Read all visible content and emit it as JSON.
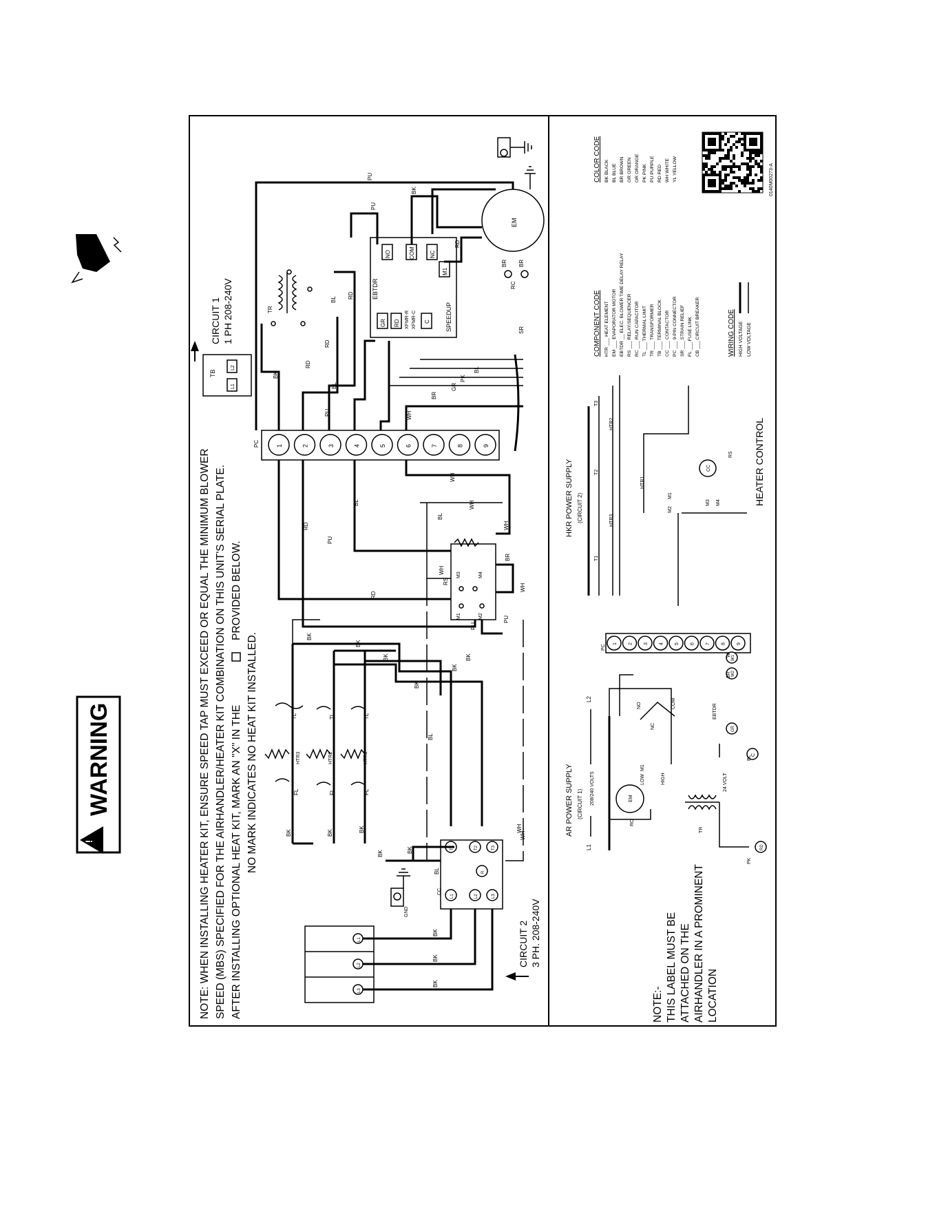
{
  "warning": {
    "label": "WARNING"
  },
  "note_top": {
    "line1": "NOTE: WHEN INSTALLING HEATER KIT, ENSURE SPEED TAP MUST EXCEED OR EQUAL THE  MINIMUM BLOWER",
    "line2": "SPEED (MBS) SPECIFIED FOR THE AIRHANDLER/HEATER KIT COMBINATION ON THIS UNIT'S SERIAL PLATE.",
    "line3a": "AFTER INSTALLING OPTIONAL HEAT KIT, MARK AN \"X\" IN THE",
    "line3b": "PROVIDED BELOW.",
    "line4": "NO MARK INDICATES NO HEAT KIT INSTALLED."
  },
  "circuit1": {
    "title": "CIRCUIT 1",
    "rating": "1 PH 208-240V"
  },
  "circuit2": {
    "title": "CIRCUIT 2",
    "rating": "3 PH. 208-240V"
  },
  "note_bottom": {
    "title": "NOTE:-",
    "line1": "THIS LABEL MUST BE",
    "line2": "ATTACHED ON THE",
    "line3": "AIRHANDLER IN A PROMINENT",
    "line4": "LOCATION"
  },
  "sections": {
    "ar_power": "AR POWER SUPPLY",
    "ar_circuit": "(CIRCUIT 1)",
    "ar_volts": "208/240 VOLTS",
    "hkr_power": "HKR POWER SUPPLY",
    "hkr_circuit": "(CIRCUIT 2)",
    "heater_control": "HEATER CONTROL",
    "volt24": "24 VOLT"
  },
  "plug_numbers": [
    "1",
    "2",
    "3",
    "4",
    "5",
    "6",
    "7",
    "8",
    "9"
  ],
  "component_code": {
    "title": "COMPONENT CODE",
    "items": [
      "HTR ___ HEAT ELEMENT",
      "EM ___ EVAPORATOR MOTOR",
      "EBTDR __ ELEC. BLOWER TIME DELAY RELAY",
      "RS ___ RELAY/SEQUENCER",
      "RC ___ RUN CAPACITOR",
      "TL ___ THERMAL LIMIT",
      "TR ___ TRANSFORMER",
      "TB ___ TERMINAL BLOCK",
      "CC ___ CONTACTOR",
      "PC ___ 9-PIN CONNECTOR",
      "SR ___ STRAIN RELIEF",
      "FL ___ FUSE LINK",
      "CB ___ CIRCUIT BREAKER"
    ]
  },
  "wiring_code": {
    "title": "WIRING CODE",
    "high": "HIGH VOLTAGE",
    "low": "LOW VOLTAGE"
  },
  "color_code": {
    "title": "COLOR CODE",
    "items": [
      "BK   BLACK",
      "BL   BLUE",
      "BR   BROWN",
      "GR   GREEN",
      "OR   ORANGE",
      "PK   PINK",
      "PU   PURPLE",
      "RD   RED",
      "WH   WHITE",
      "YL   YELLOW"
    ]
  },
  "part_number": "0140M00273-A",
  "labels": {
    "ebtdr": "EBTDR",
    "speedup": "SPEEDUP",
    "em": "EM",
    "tr": "TR",
    "tb": "TB",
    "pc": "PC",
    "sr": "SR",
    "gnd": "GND",
    "cc": "CC",
    "rs": "RS",
    "rc": "RC",
    "htr1": "HTR1",
    "htr2": "HTR2",
    "htr3": "HTR3",
    "tl": "TL",
    "fl": "FL",
    "no": "NO",
    "com": "COM",
    "nc": "NC",
    "m1": "M1",
    "m2": "M2",
    "m3": "M3",
    "m4": "M4",
    "l1": "L1",
    "l2": "L2",
    "l3": "L3",
    "t1": "T1",
    "t2": "T2",
    "t3": "T3",
    "low": "LOW",
    "high": "HIGH",
    "gr": "GR",
    "rd": "RD",
    "bl": "BL",
    "bk": "BK",
    "pu": "PU",
    "wh": "WH",
    "br": "BR",
    "pk": "PK",
    "w": "W",
    "w1": "W1",
    "w2": "W2",
    "c": "C",
    "r": "R",
    "g": "G",
    "xfmr_r": "XFMR-R",
    "xfmr_c": "XFMR-C"
  }
}
